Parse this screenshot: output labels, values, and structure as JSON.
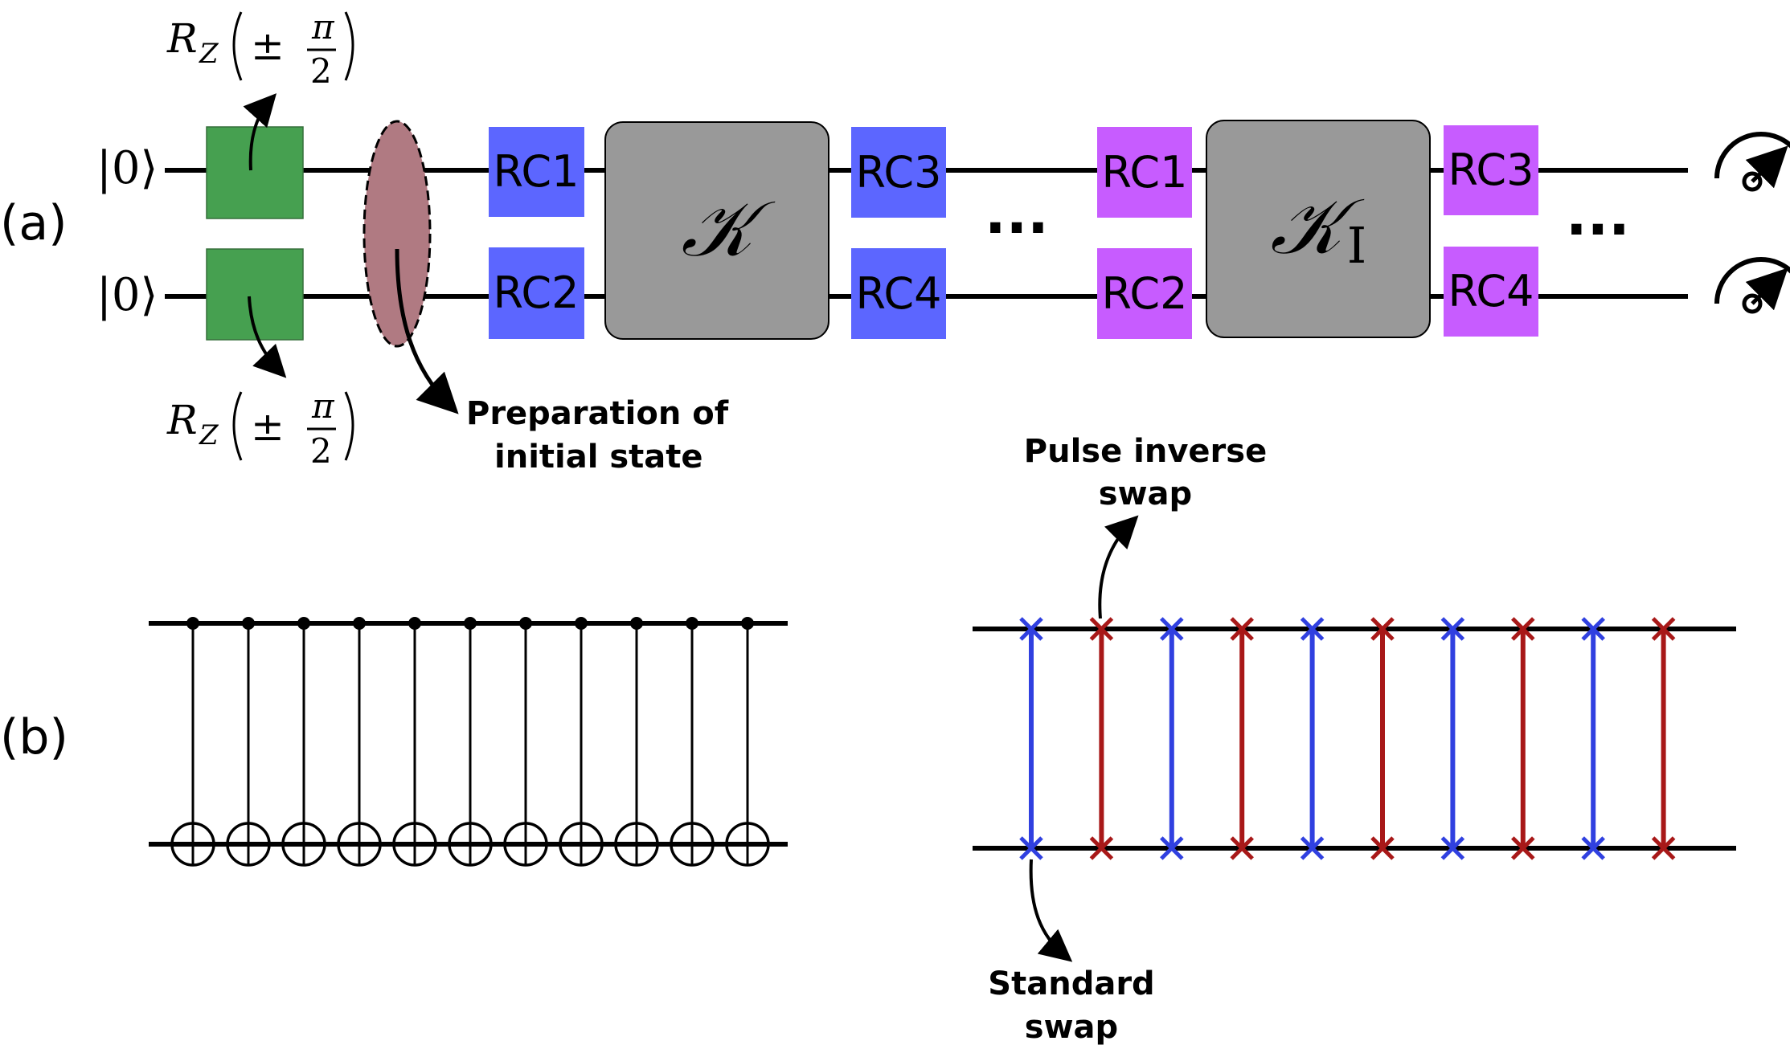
{
  "panel_a": {
    "label": "(a)",
    "input_states": [
      "|0⟩",
      "|0⟩"
    ],
    "rz_label": {
      "name": "R",
      "sub": "Z",
      "sign": "±",
      "num": "π",
      "den": "2"
    },
    "prep_note": [
      "Preparation of",
      "initial state"
    ],
    "stage1": {
      "rc": [
        "RC1",
        "RC2",
        "RC3",
        "RC4"
      ],
      "kernel": "𝒦",
      "kernel_sub": ""
    },
    "stage2": {
      "rc": [
        "RC1",
        "RC2",
        "RC3",
        "RC4"
      ],
      "kernel": "𝒦",
      "kernel_sub": "I"
    },
    "ellipsis": "...",
    "colors": {
      "rz": "#46a050",
      "prep": "#b07a82",
      "rc_stage1": "#5c66ff",
      "rc_stage2": "#c75cff",
      "kernel": "#999999"
    }
  },
  "panel_b": {
    "label": "(b)",
    "cnot_count": 11,
    "swap_labels": {
      "pulse_inverse": [
        "Pulse inverse",
        "swap"
      ],
      "standard": [
        "Standard",
        "swap"
      ]
    },
    "swap_pattern": [
      "standard",
      "pulse_inverse",
      "standard",
      "pulse_inverse",
      "standard",
      "pulse_inverse",
      "standard",
      "pulse_inverse",
      "standard",
      "pulse_inverse"
    ],
    "colors": {
      "standard": "#3040e0",
      "pulse_inverse": "#a81818"
    }
  }
}
